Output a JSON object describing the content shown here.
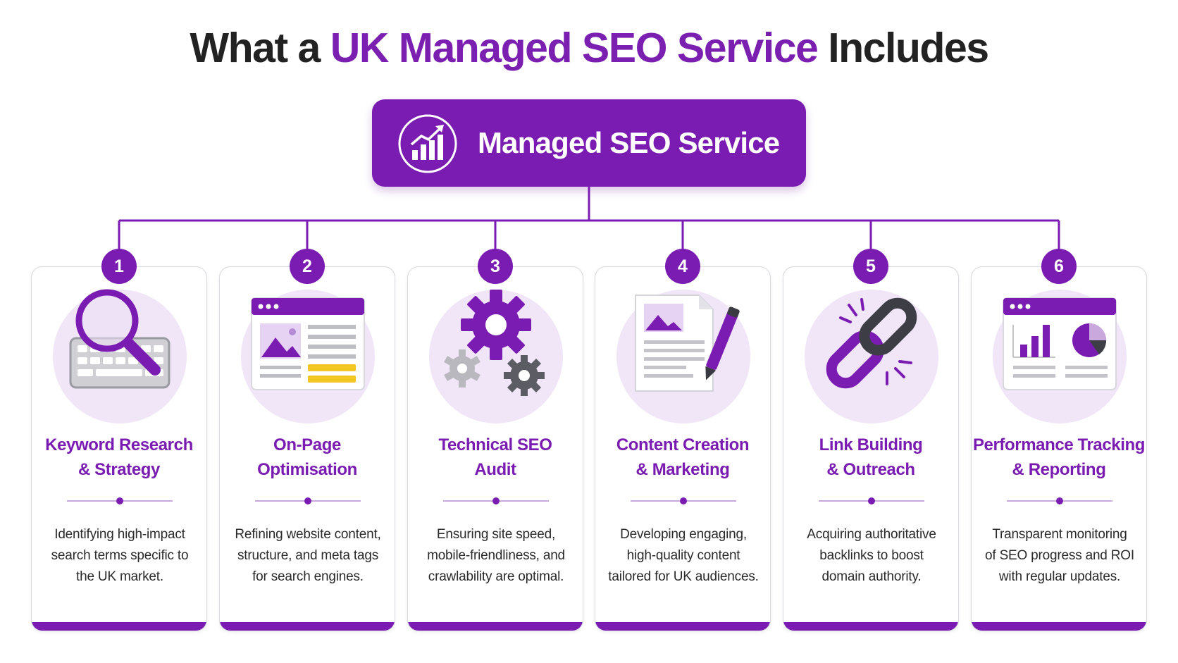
{
  "header": {
    "title_part1": "What a ",
    "title_highlight": "UK Managed SEO Service",
    "title_part2": " Includes"
  },
  "root": {
    "label": "Managed SEO Service",
    "icon": "growth-chart-icon"
  },
  "colors": {
    "accent": "#7a1bb1",
    "title_text": "#222222",
    "icon_bg": "#f1e6f8",
    "highlight_yellow": "#f3c623"
  },
  "services": [
    {
      "number": "1",
      "icon": "magnifier-keyboard-icon",
      "title_lines": [
        "Keyword Research",
        "& Strategy"
      ],
      "desc_lines": [
        "Identifying high-impact",
        "search terms specific to",
        "the UK market."
      ]
    },
    {
      "number": "2",
      "icon": "webpage-layout-icon",
      "title_lines": [
        "On-Page",
        "Optimisation"
      ],
      "desc_lines": [
        "Refining website content,",
        "structure, and meta tags",
        "for search engines."
      ]
    },
    {
      "number": "3",
      "icon": "gears-icon",
      "title_lines": [
        "Technical SEO",
        "Audit"
      ],
      "desc_lines": [
        "Ensuring site speed,",
        "mobile-friendliness, and",
        "crawlability are optimal."
      ]
    },
    {
      "number": "4",
      "icon": "document-pen-icon",
      "title_lines": [
        "Content Creation",
        "& Marketing"
      ],
      "desc_lines": [
        "Developing engaging,",
        "high-quality content",
        "tailored for UK audiences."
      ]
    },
    {
      "number": "5",
      "icon": "chain-link-icon",
      "title_lines": [
        "Link Building",
        "& Outreach"
      ],
      "desc_lines": [
        "Acquiring authoritative",
        "backlinks to boost",
        "domain authority."
      ]
    },
    {
      "number": "6",
      "icon": "analytics-dashboard-icon",
      "title_lines": [
        "Performance Tracking",
        "& Reporting"
      ],
      "desc_lines": [
        "Transparent monitoring",
        "of SEO progress and ROI",
        "with regular updates."
      ]
    }
  ]
}
